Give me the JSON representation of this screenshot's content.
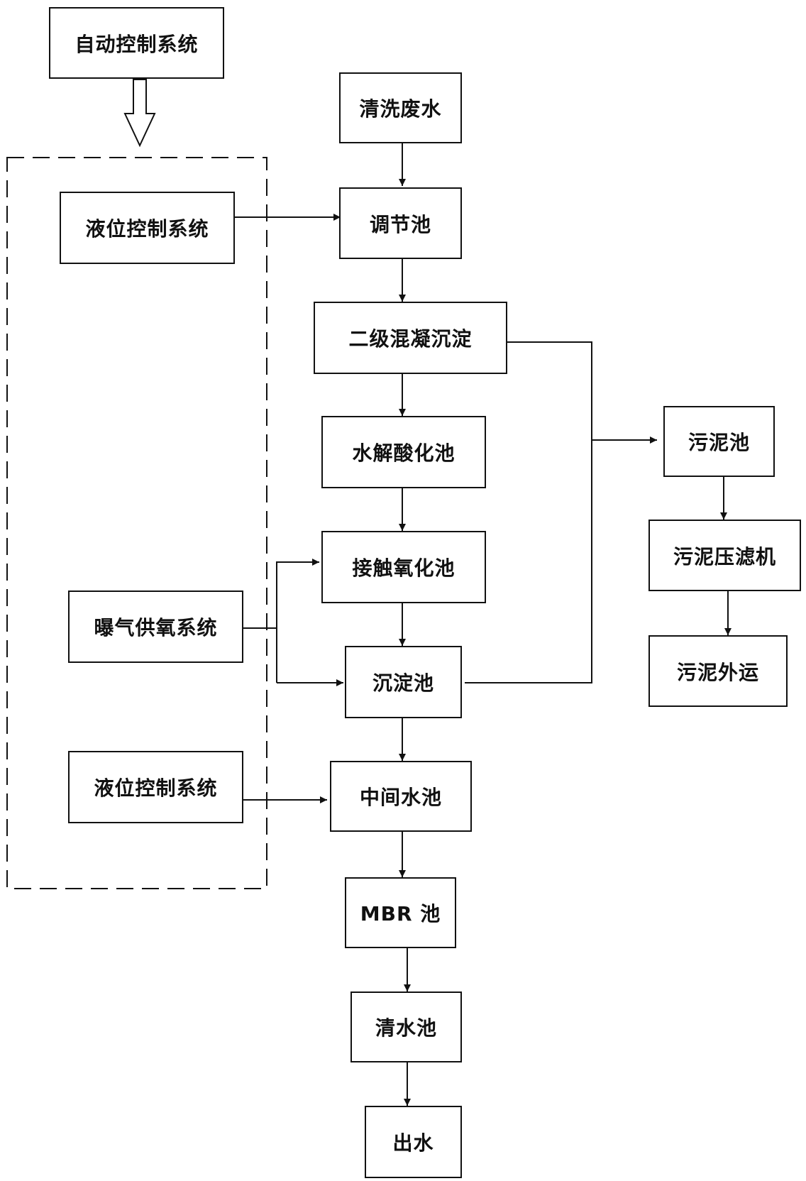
{
  "boxes": {
    "auto_control": "自动控制系统",
    "level_control_1": "液位控制系统",
    "aeration": "曝气供氧系统",
    "level_control_2": "液位控制系统",
    "wastewater": "清洗废水",
    "regulating_tank": "调节池",
    "coagulation": "二级混凝沉淀",
    "hydrolysis": "水解酸化池",
    "contact_oxidation": "接触氧化池",
    "sedimentation": "沉淀池",
    "intermediate_tank": "中间水池",
    "mbr_tank": "MBR 池",
    "clear_water_tank": "清水池",
    "outlet": "出水",
    "sludge_tank": "污泥池",
    "filter_press": "污泥压滤机",
    "sludge_transport": "污泥外运"
  },
  "colors": {
    "line": "#111111",
    "background": "#ffffff"
  }
}
